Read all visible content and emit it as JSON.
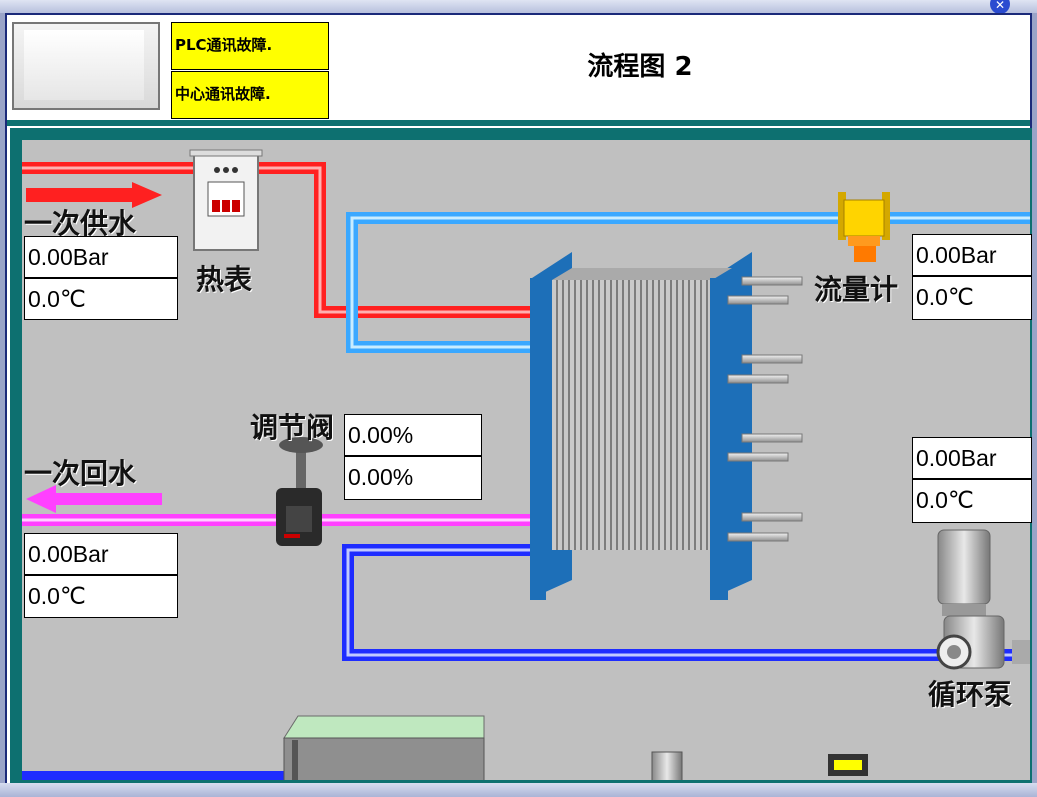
{
  "header": {
    "plc_alarm": "PLC通讯故障.",
    "center_alarm": "中心通讯故障.",
    "title": "流程图 2"
  },
  "labels": {
    "primary_supply": "一次供水",
    "heat_meter": "热表",
    "regulating_valve": "调节阀",
    "primary_return": "一次回水",
    "flow_meter": "流量计",
    "circulation_pump": "循环泵"
  },
  "readings": {
    "supply_pressure": "0.00Bar",
    "supply_temp": "0.0℃",
    "valve_open_1": "0.00%",
    "valve_open_2": "0.00%",
    "return_pressure": "0.00Bar",
    "return_temp": "0.0℃",
    "flow_pressure": "0.00Bar",
    "flow_temp": "0.0℃",
    "pump_pressure": "0.00Bar",
    "pump_temp": "0.0℃"
  },
  "colors": {
    "supply_pipe": "#ff2020",
    "return_pipe": "#ff40ff",
    "secondary_supply_pipe": "#3aa8ff",
    "secondary_return_pipe": "#1e2cff",
    "alarm_bg": "#ffff00",
    "frame": "#0d7070"
  },
  "icons": [
    "close-icon",
    "heat-meter-icon",
    "valve-icon",
    "flow-meter-icon",
    "pump-icon",
    "heat-exchanger-icon",
    "tank-icon"
  ]
}
